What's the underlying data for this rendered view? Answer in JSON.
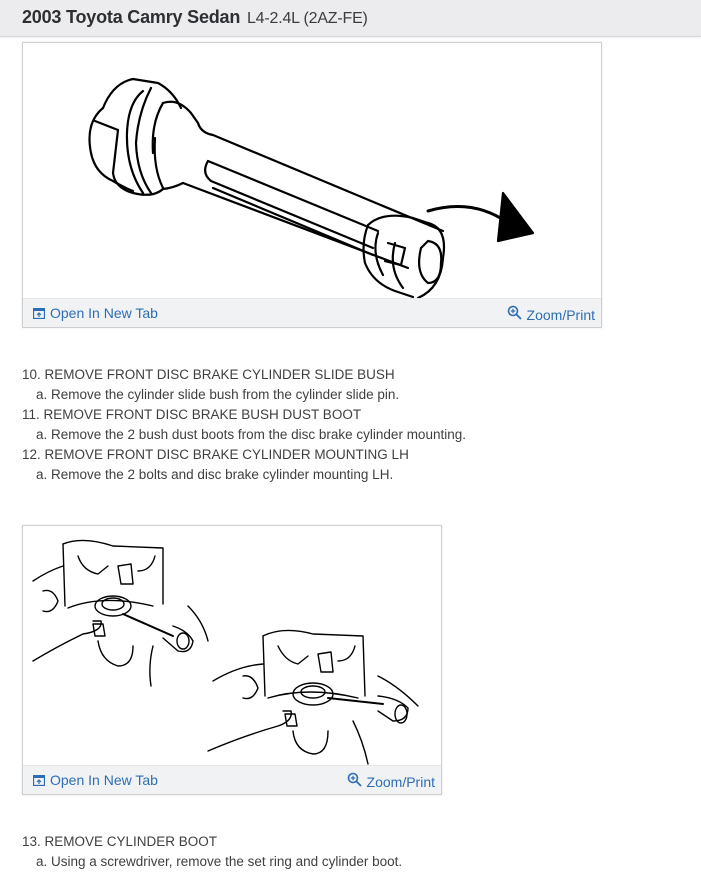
{
  "header": {
    "title": "2003 Toyota Camry Sedan",
    "engine": "L4-2.4L (2AZ-FE)"
  },
  "figures": [
    {
      "illustration": "cylinder-slide-pin-removal",
      "open_label": "Open In New Tab",
      "zoom_label": "Zoom/Print",
      "open_icon": "open-new-tab-icon",
      "zoom_icon": "zoom-in-icon"
    },
    {
      "illustration": "set-ring-and-cylinder-boot-removal",
      "open_label": "Open In New Tab",
      "zoom_label": "Zoom/Print",
      "open_icon": "open-new-tab-icon",
      "zoom_icon": "zoom-in-icon"
    }
  ],
  "steps": [
    {
      "title": "10. REMOVE FRONT DISC BRAKE CYLINDER SLIDE BUSH",
      "sub": "a. Remove the cylinder slide bush from the cylinder slide pin."
    },
    {
      "title": "11. REMOVE FRONT DISC BRAKE BUSH DUST BOOT",
      "sub": "a. Remove the 2 bush dust boots from the disc brake cylinder mounting."
    },
    {
      "title": "12. REMOVE FRONT DISC BRAKE CYLINDER MOUNTING LH",
      "sub": "a. Remove the 2 bolts and disc brake cylinder mounting LH."
    },
    {
      "title": "13. REMOVE CYLINDER BOOT",
      "sub": "a. Using a screwdriver, remove the set ring and cylinder boot."
    }
  ],
  "colors": {
    "link": "#2e6db4",
    "header_bg": "#ececee",
    "text": "#3f3f3f"
  }
}
